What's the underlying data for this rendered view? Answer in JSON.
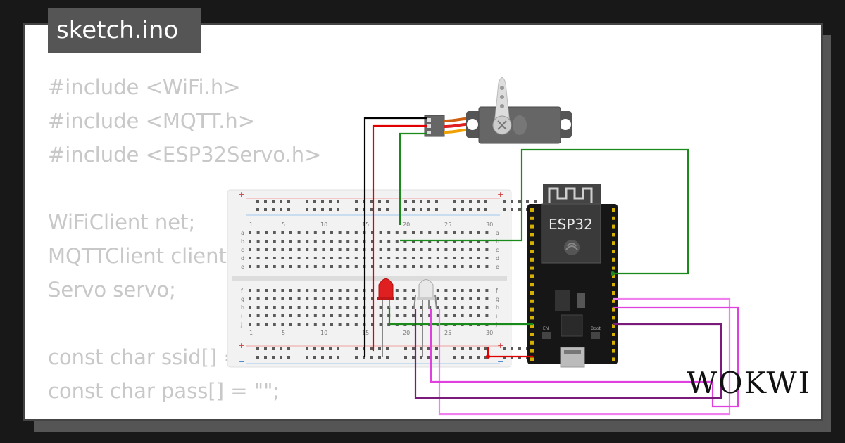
{
  "filename": "sketch.ino",
  "code_lines": [
    "#include <WiFi.h>",
    "#include <MQTT.h>",
    "#include <ESP32Servo.h>",
    "",
    "WiFiClient net;",
    "MQTTClient client",
    "Servo servo;",
    "",
    "const char ssid[] =",
    "const char pass[] = \"\";"
  ],
  "breadboard": {
    "column_numbers": [
      "1",
      "5",
      "10",
      "15",
      "20",
      "25",
      "30"
    ],
    "row_letters_top": [
      "a",
      "b",
      "c",
      "d",
      "e"
    ],
    "row_letters_bottom": [
      "f",
      "g",
      "h",
      "i",
      "j"
    ],
    "rail_plus": "+",
    "rail_minus": "−"
  },
  "esp32": {
    "label": "ESP32",
    "button_en": "EN",
    "button_boot": "Boot"
  },
  "brand": "WOKWI",
  "colors": {
    "wire_black": "#000000",
    "wire_red": "#e00000",
    "wire_green": "#1a8a1a",
    "wire_magenta": "#e040e0",
    "wire_purple": "#7a1a7a",
    "wire_pink": "#f080f0",
    "led_red": "#e02020",
    "led_white": "#dddddd"
  }
}
